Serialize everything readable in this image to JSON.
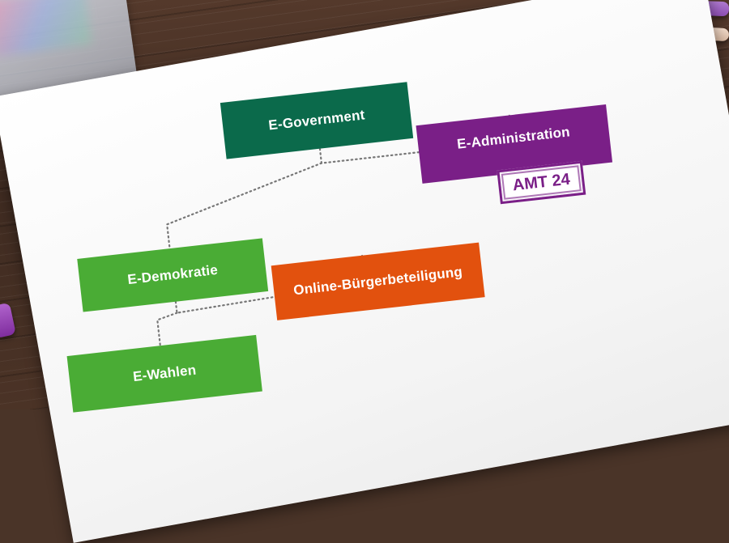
{
  "diagram": {
    "nodes": {
      "e_government": "E-Government",
      "e_administration": "E-Administration",
      "e_demokratie": "E-Demokratie",
      "online_buergerbeteiligung": "Online-Bürgerbeteiligung",
      "e_wahlen": "E-Wahlen"
    },
    "stamp": "AMT 24",
    "edges": [
      [
        "e_government",
        "e_administration"
      ],
      [
        "e_government",
        "e_demokratie"
      ],
      [
        "e_demokratie",
        "online_buergerbeteiligung"
      ],
      [
        "e_demokratie",
        "e_wahlen"
      ]
    ]
  },
  "colors": {
    "e_government": "#0b6a4b",
    "e_administration": "#7a1f87",
    "e_demokratie": "#4aac35",
    "online_buergerbeteiligung": "#e2510e",
    "e_wahlen": "#4aac35",
    "connector": "#777777"
  }
}
